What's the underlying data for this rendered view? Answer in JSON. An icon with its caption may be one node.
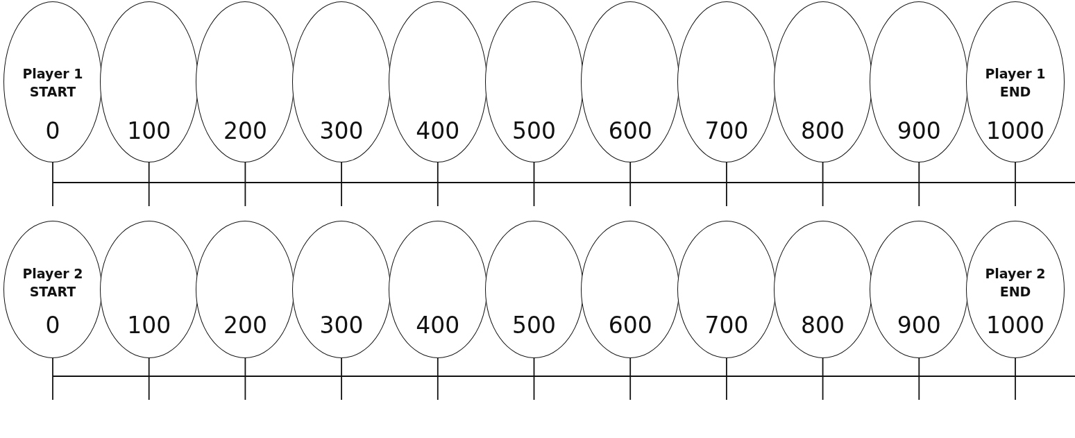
{
  "diagram": {
    "nodes": [
      {
        "text": [
          "Player 1 START",
          "0"
        ]
      },
      {
        "text": [
          "100"
        ]
      },
      {
        "text": [
          "200"
        ]
      },
      {
        "text": [
          "300"
        ]
      },
      {
        "text": [
          "400"
        ]
      },
      {
        "text": [
          "500"
        ]
      },
      {
        "text": [
          "600"
        ]
      },
      {
        "text": [
          "700"
        ]
      },
      {
        "text": [
          "800"
        ]
      },
      {
        "text": [
          "900"
        ]
      },
      {
        "text": [
          "Player 1 END",
          "1000"
        ]
      },
      {
        "text": [
          "Player 2 START",
          "0"
        ]
      },
      {
        "text": [
          "100"
        ]
      },
      {
        "text": [
          "200"
        ]
      },
      {
        "text": [
          "300"
        ]
      },
      {
        "text": [
          "400"
        ]
      },
      {
        "text": [
          "500"
        ]
      },
      {
        "text": [
          "600"
        ]
      },
      {
        "text": [
          "700"
        ]
      },
      {
        "text": [
          "800"
        ]
      },
      {
        "text": [
          "900"
        ]
      },
      {
        "text": [
          "Player 2 END",
          "1000"
        ]
      }
    ]
  }
}
